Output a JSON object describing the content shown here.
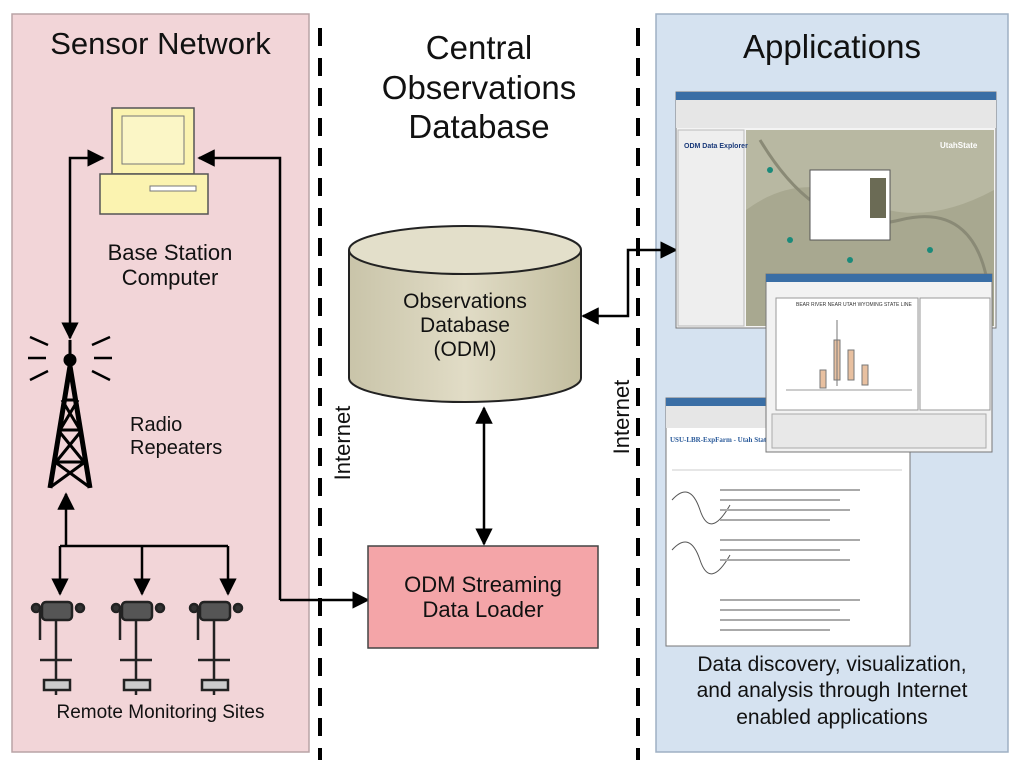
{
  "panels": {
    "sensor_network": {
      "title": "Sensor Network"
    },
    "central": {
      "title_lines": [
        "Central",
        "Observations",
        "Database"
      ]
    },
    "applications": {
      "title": "Applications"
    }
  },
  "nodes": {
    "base_station": {
      "lines": [
        "Base Station",
        "Computer"
      ]
    },
    "radio_repeaters": {
      "lines": [
        "Radio",
        "Repeaters"
      ]
    },
    "remote_sites": {
      "label": "Remote Monitoring Sites"
    },
    "odm_database": {
      "lines": [
        "Observations",
        "Database",
        "(ODM)"
      ]
    },
    "streaming_loader": {
      "lines": [
        "ODM Streaming",
        "Data Loader"
      ]
    },
    "apps_caption": {
      "lines": [
        "Data discovery, visualization,",
        "and analysis through Internet",
        "enabled applications"
      ]
    }
  },
  "dividers": {
    "left": {
      "label": "Internet"
    },
    "right": {
      "label": "Internet"
    }
  },
  "screenshots": {
    "map_app": {
      "title": "ODM Data Explorer",
      "brand": "UtahState"
    },
    "analysis_app": {
      "title": "BEAR RIVER NEAR UTAH WYOMING STATE LINE"
    },
    "streaming_app": {
      "title": "USU-LBR-ExpFarm - Utah State University"
    }
  },
  "colors": {
    "sensor_panel": "#f2d5d8",
    "applications_panel": "#d5e2f0",
    "database": "#d8d4be",
    "loader": "#f4a5a8",
    "computer": "#fbf3b0"
  }
}
